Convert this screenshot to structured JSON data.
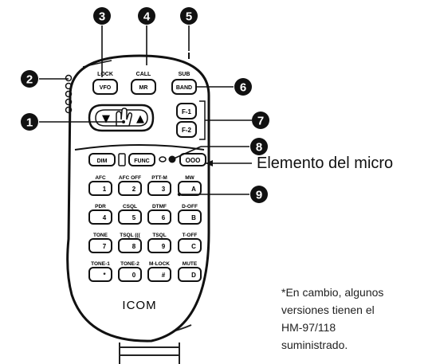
{
  "callouts": [
    "1",
    "2",
    "3",
    "4",
    "5",
    "6",
    "7",
    "8",
    "9"
  ],
  "top_buttons": {
    "lock": {
      "caption": "LOCK",
      "label": "VFO"
    },
    "call": {
      "caption": "CALL",
      "label": "MR"
    },
    "sub": {
      "caption": "SUB",
      "label": "BAND"
    }
  },
  "dial_glyphs": {
    "down": "▼",
    "up": "▲"
  },
  "function_keys": {
    "f1": "F-1",
    "f2": "F-2"
  },
  "upper_row": {
    "left": "DIM",
    "func": "FUNC",
    "right": "OOO"
  },
  "microphone_element_label": "Elemento del micro",
  "keypad_captions": [
    [
      "AFC",
      "AFC OFF",
      "PTT-M",
      "MW"
    ],
    [
      "PDR",
      "CSQL",
      "DTMF",
      "D-OFF"
    ],
    [
      "TONE",
      "TSQL (((",
      "TSQL",
      "T-OFF"
    ],
    [
      "TONE-1",
      "TONE-2",
      "M-LOCK",
      "MUTE"
    ]
  ],
  "keypad_keys": [
    [
      "1",
      "2",
      "3",
      "A"
    ],
    [
      "4",
      "5",
      "6",
      "B"
    ],
    [
      "7",
      "8",
      "9",
      "C"
    ],
    [
      "*",
      "0",
      "#",
      "D"
    ]
  ],
  "brand": "ICOM",
  "note_lines": [
    "*En cambio, algunos",
    "versiones tienen el",
    "HM-97/118",
    "suministrado."
  ]
}
